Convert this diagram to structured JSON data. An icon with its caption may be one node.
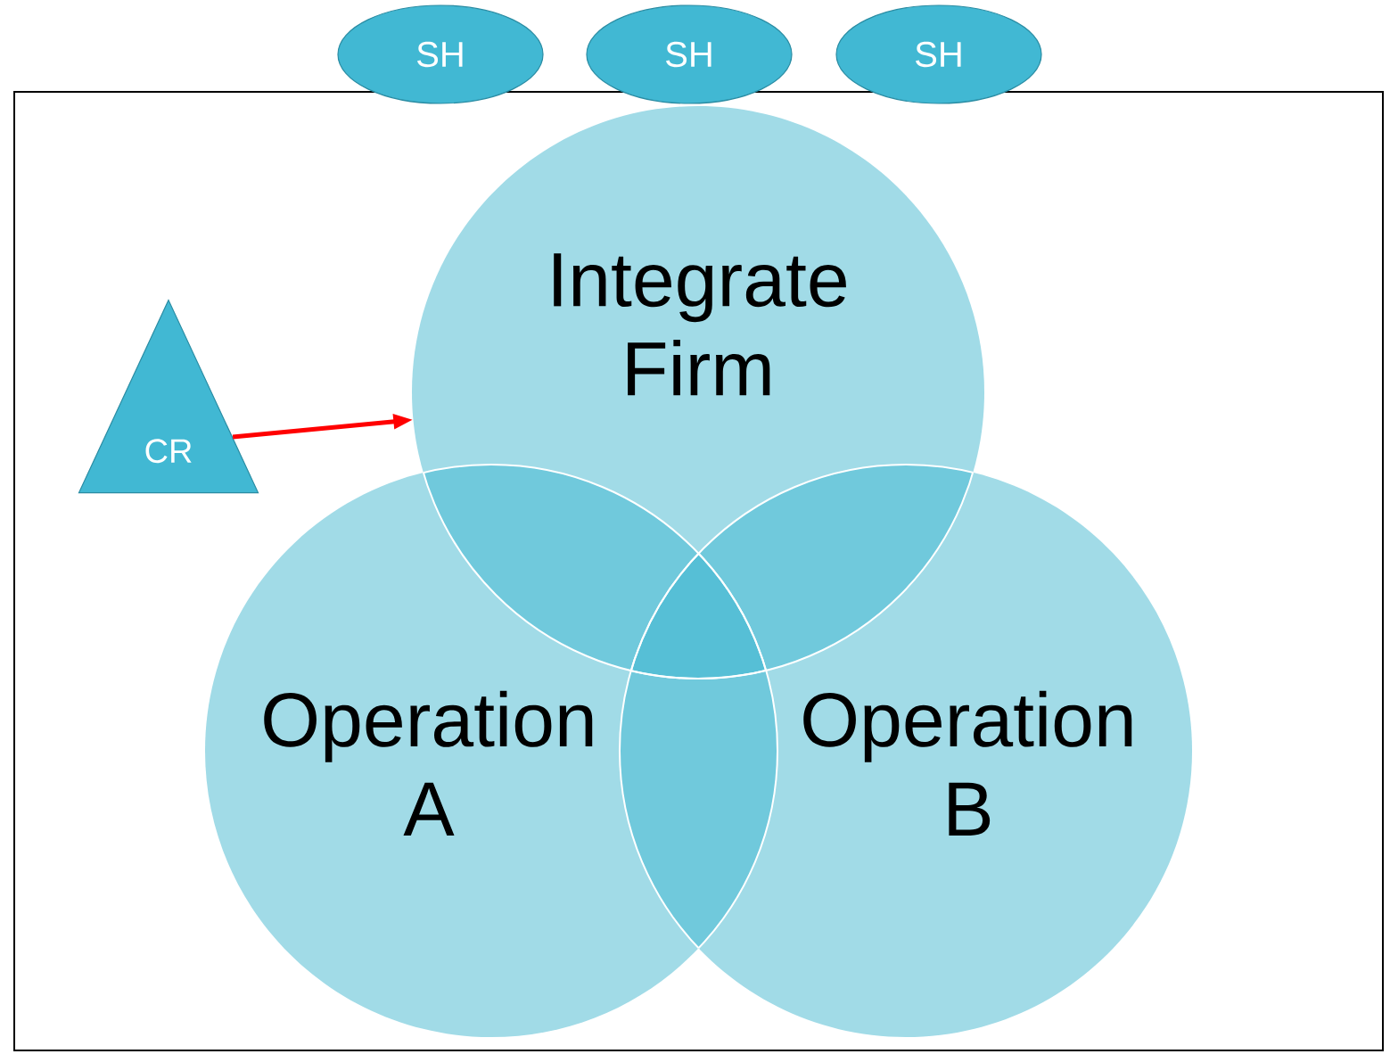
{
  "diagram": {
    "nodes": [
      {
        "text": [
          "SH"
        ]
      },
      {
        "text": [
          "SH"
        ]
      },
      {
        "text": [
          "SH"
        ]
      },
      {
        "text": [
          "Integrate Firm"
        ]
      },
      {
        "text": [
          "CR"
        ]
      },
      {
        "text": [
          "Operation A"
        ]
      },
      {
        "text": [
          "Operation B"
        ]
      }
    ],
    "edges": [
      {
        "from": 4,
        "to": 3,
        "arrow": "to",
        "color": "#ff0000"
      }
    ]
  }
}
